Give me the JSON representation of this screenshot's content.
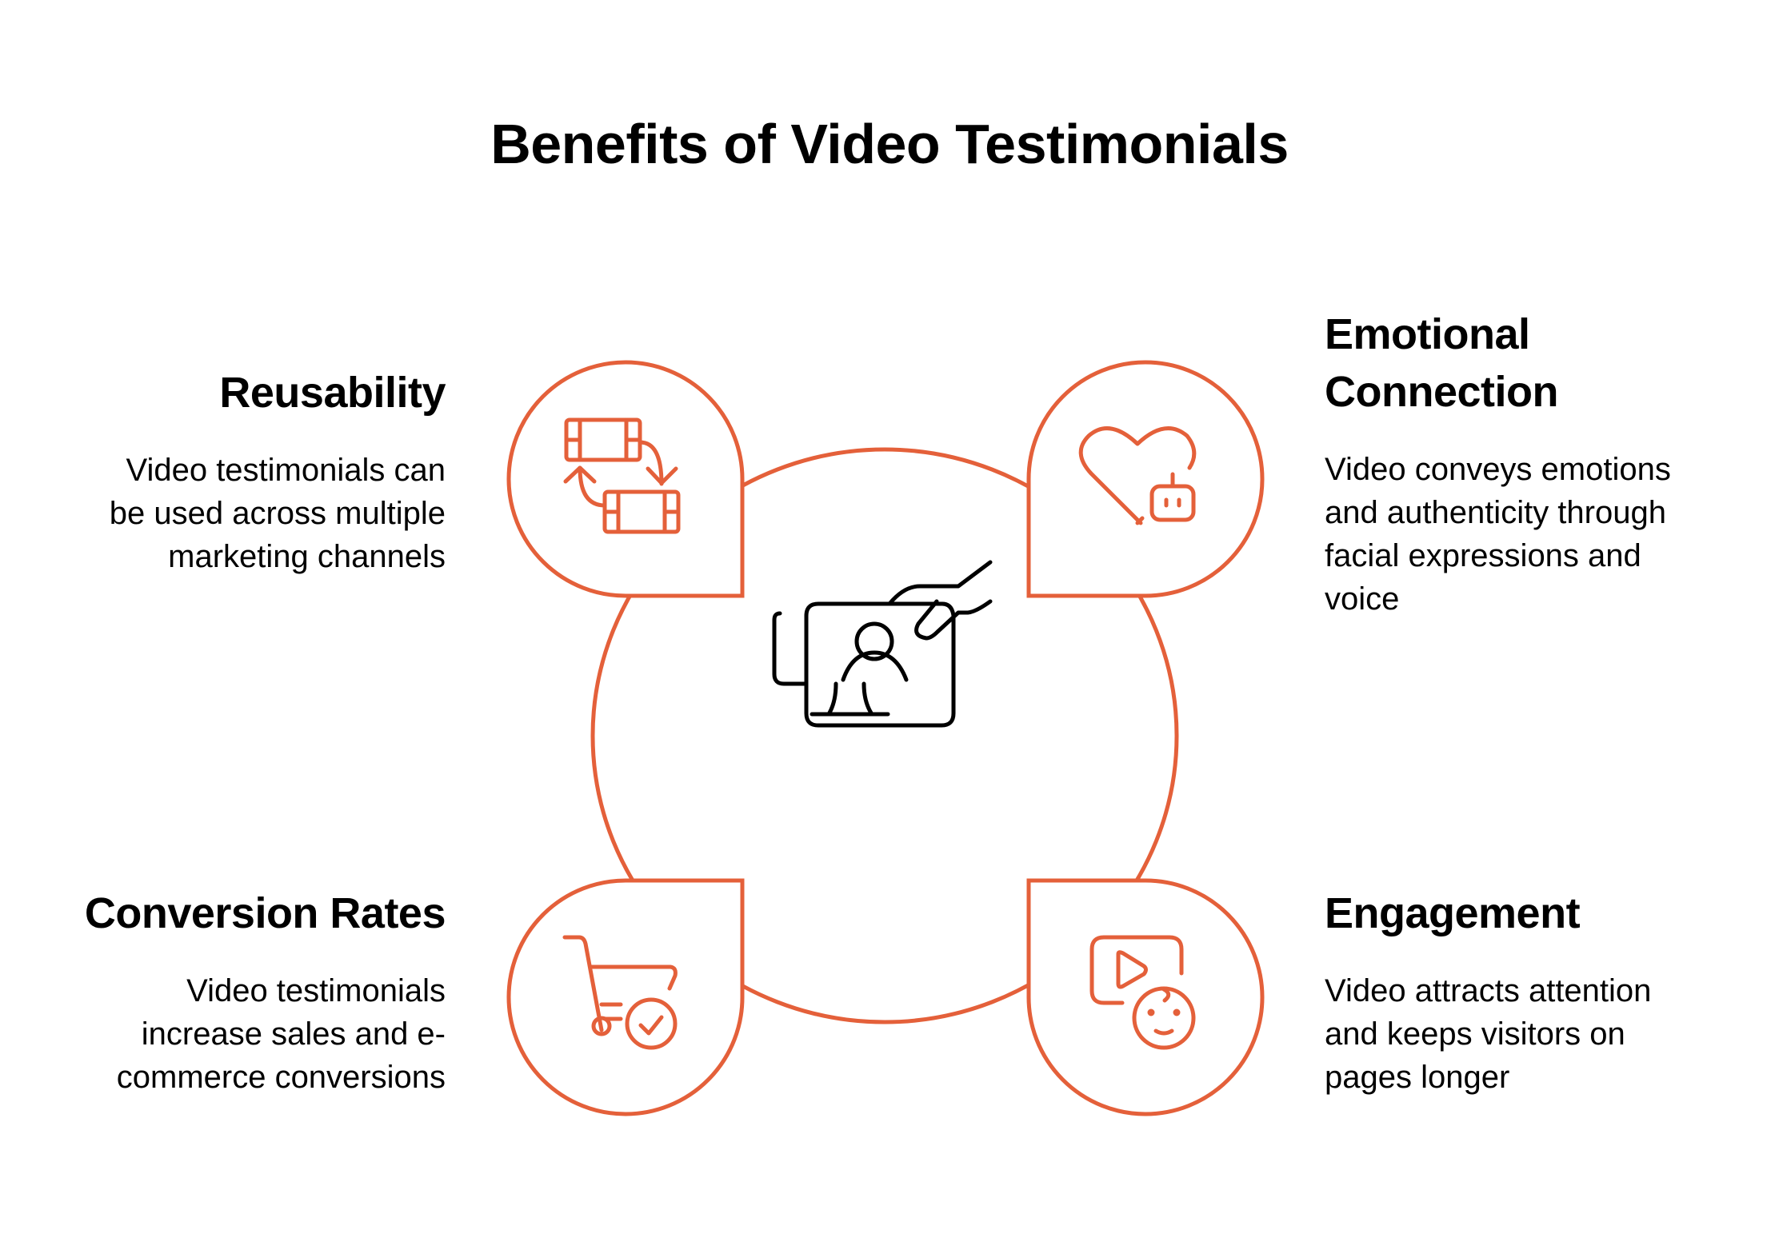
{
  "title": "Benefits of Video Testimonials",
  "colors": {
    "accent": "#E4603A",
    "icon_center": "#000000",
    "text": "#000000",
    "background": "#FFFFFF"
  },
  "center": {
    "icon": "monitor-with-user-and-hand-icon"
  },
  "benefits": [
    {
      "position": "top-left",
      "heading": "Reusability",
      "description_lines": [
        "Video testimonials can",
        "be used across multiple",
        "marketing channels"
      ],
      "icon": "video-swap-arrows-icon"
    },
    {
      "position": "top-right",
      "heading_lines": [
        "Emotional",
        "Connection"
      ],
      "description_lines": [
        "Video conveys emotions",
        "and authenticity through",
        "facial expressions and",
        "voice"
      ],
      "icon": "heart-robot-icon"
    },
    {
      "position": "bottom-left",
      "heading": "Conversion Rates",
      "description_lines": [
        "Video testimonials",
        "increase sales and e-",
        "commerce conversions"
      ],
      "icon": "shopping-cart-check-icon"
    },
    {
      "position": "bottom-right",
      "heading": "Engagement",
      "description_lines": [
        "Video attracts attention",
        "and keeps visitors on",
        "pages longer"
      ],
      "icon": "video-play-smiley-icon"
    }
  ]
}
